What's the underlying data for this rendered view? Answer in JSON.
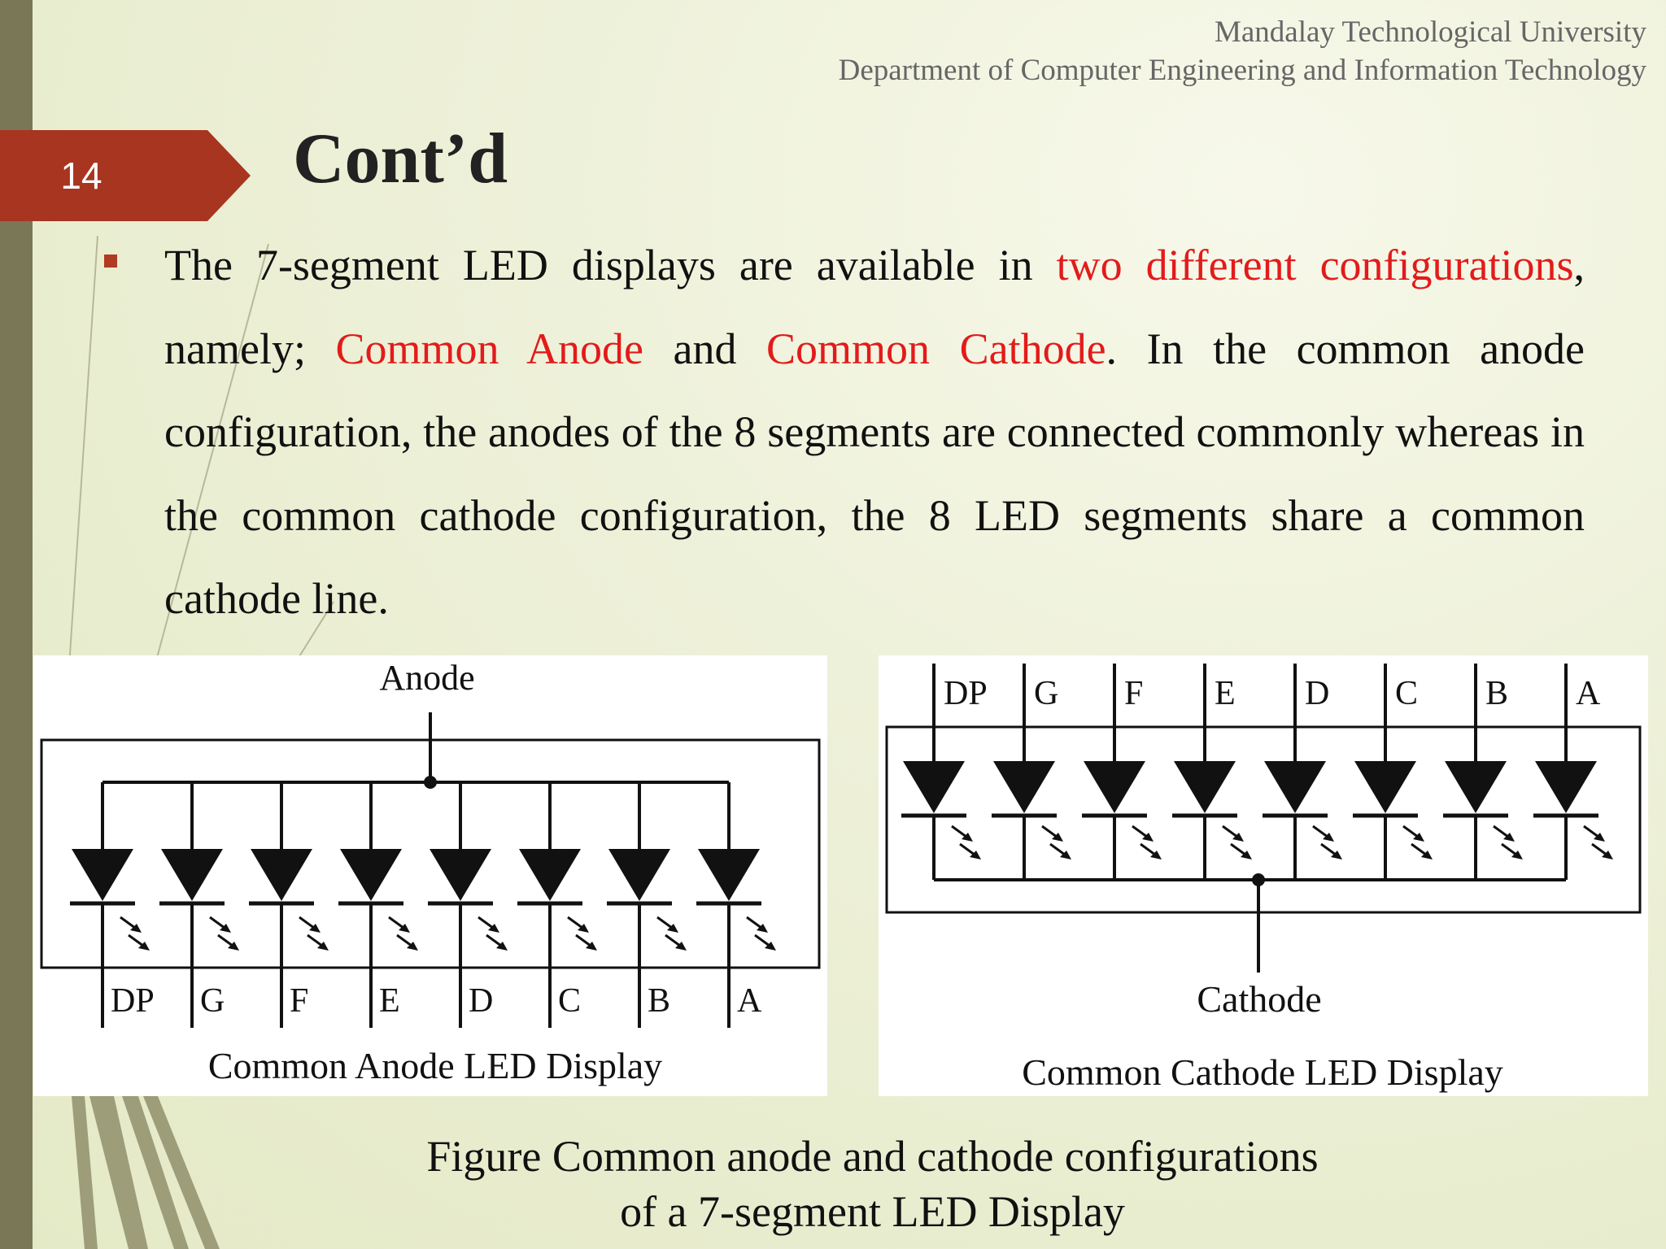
{
  "header": {
    "institution": "Mandalay Technological University",
    "department": "Department of Computer Engineering and Information Technology"
  },
  "slide": {
    "number": "14",
    "title": "Cont’d"
  },
  "body": {
    "parts": [
      "The 7-segment LED displays are available in ",
      "two different configurations",
      ", namely; ",
      "Common Anode",
      " and ",
      "Common Cathode",
      ". In the common anode configuration, the anodes of the 8 segments are connected commonly whereas in the common cathode configuration, the 8 LED segments share a common cathode line."
    ]
  },
  "figures": {
    "anode": {
      "common_label": "Anode",
      "segments": [
        "DP",
        "G",
        "F",
        "E",
        "D",
        "C",
        "B",
        "A"
      ],
      "title": "Common Anode LED Display"
    },
    "cathode": {
      "common_label": "Cathode",
      "segments": [
        "DP",
        "G",
        "F",
        "E",
        "D",
        "C",
        "B",
        "A"
      ],
      "title": "Common Cathode LED Display"
    }
  },
  "caption": {
    "line1": "Figure Common anode and cathode configurations",
    "line2": "of a 7-segment LED Display"
  },
  "colors": {
    "accent_tab": "#a83520",
    "highlight_text": "#e21b1b",
    "side_bar": "#7a7757"
  }
}
